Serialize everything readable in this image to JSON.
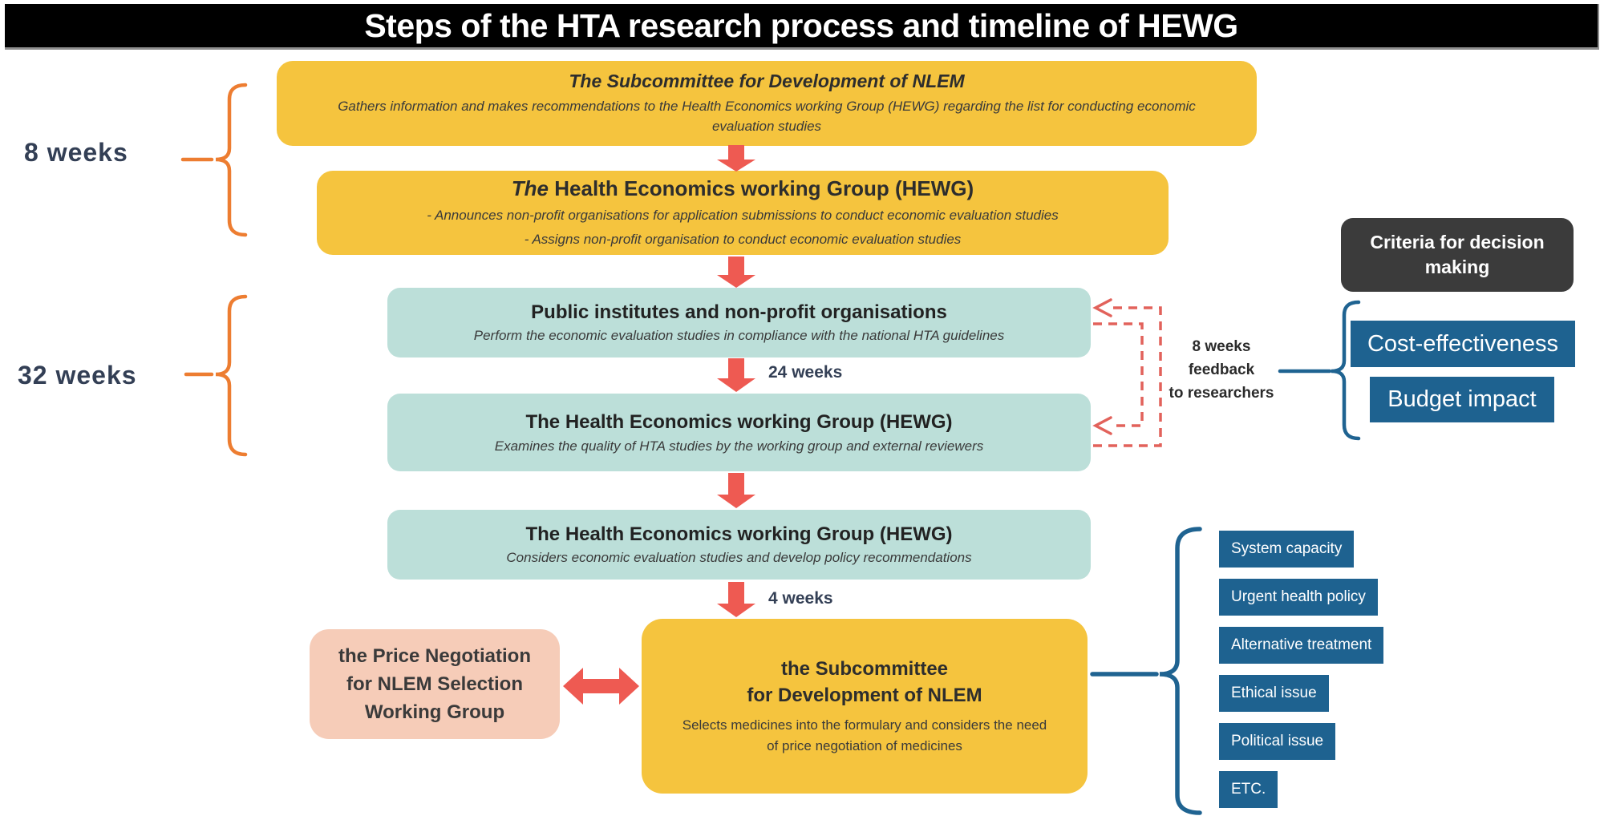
{
  "page_title": "Steps of the HTA research process and timeline of HEWG",
  "timeline_labels": {
    "phase1": "8 weeks",
    "phase2": "32 weeks",
    "study_duration": "24 weeks",
    "decision_duration": "4 weeks",
    "feedback": {
      "line1": "8 weeks",
      "line2": "feedback",
      "line3": "to researchers"
    }
  },
  "flow": {
    "subcommittee_top": {
      "title": "The Subcommittee for Development of NLEM",
      "body": "Gathers information and makes recommendations to the Health Economics working Group (HEWG) regarding the list for conducting economic evaluation studies"
    },
    "hewg_announce": {
      "title_prefix": "The",
      "title_rest": " Health Economics working Group (HEWG)",
      "bullet1": "- Announces non-profit organisations for application submissions to conduct economic evaluation studies",
      "bullet2": "- Assigns non-profit organisation to conduct economic evaluation studies"
    },
    "public_institutes": {
      "title": "Public institutes and non-profit organisations",
      "body": "Perform the economic evaluation studies in compliance with the national HTA guidelines"
    },
    "hewg_examines": {
      "title": "The Health Economics working Group (HEWG)",
      "body": "Examines the quality of HTA studies by the working group and external reviewers"
    },
    "hewg_considers": {
      "title": "The Health Economics working Group (HEWG)",
      "body": "Considers economic evaluation studies and develop policy recommendations"
    },
    "subcommittee_bottom": {
      "title_line1": "the Subcommittee",
      "title_line2": "for Development of NLEM",
      "body": "Selects medicines into the formulary and considers the need of price negotiation of medicines"
    },
    "price_negotiation": {
      "line1": "the Price Negotiation",
      "line2": "for NLEM Selection",
      "line3": "Working Group"
    }
  },
  "criteria": {
    "header_line1": "Criteria for decision",
    "header_line2": "making",
    "primary": [
      "Cost-effectiveness",
      "Budget impact"
    ],
    "secondary": [
      "System capacity",
      "Urgent health policy",
      "Alternative treatment",
      "Ethical issue",
      "Political issue",
      "ETC."
    ]
  },
  "colors": {
    "banner_bg": "#000000",
    "yellow_box": "#F5C43E",
    "teal_box": "#BCDFD9",
    "pink_box": "#F6CCB8",
    "red_arrow": "#EE5A52",
    "dashed_feedback": "#E2625B",
    "orange_brace": "#ED7D31",
    "blue_box": "#1E6290",
    "blue_brace": "#1F6391",
    "dark_box": "#3B3B3B",
    "week_label_text": "#333F55"
  }
}
